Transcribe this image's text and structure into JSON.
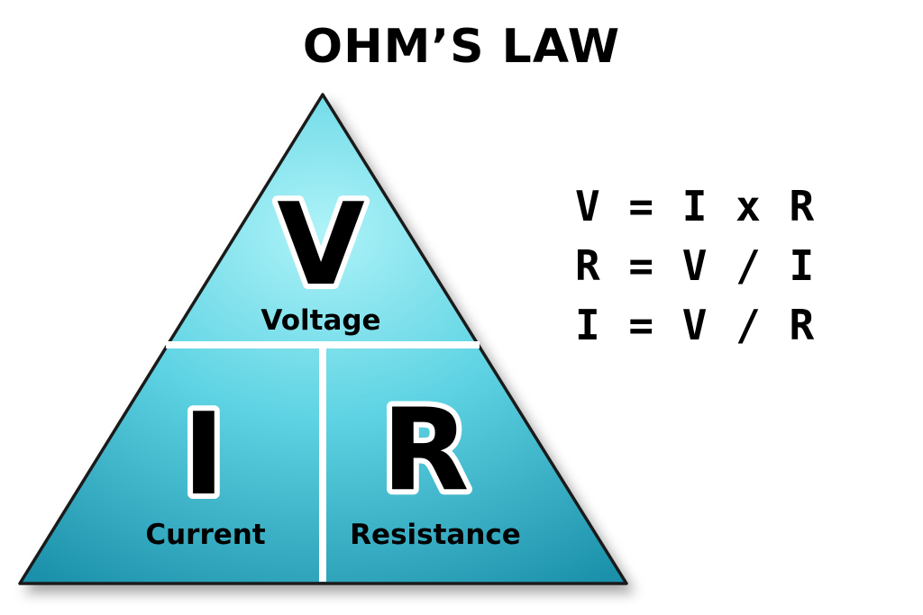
{
  "title": "OHM’S LAW",
  "colors": {
    "triangle_light": "#a9f2f8",
    "triangle_mid": "#55cfe0",
    "triangle_dark": "#1b90aa",
    "outline": "#1a1a1a",
    "divider": "#ffffff",
    "text": "#000000",
    "background": "#ffffff"
  },
  "triangle": {
    "sections": [
      {
        "symbol": "V",
        "label": "Voltage"
      },
      {
        "symbol": "I",
        "label": "Current"
      },
      {
        "symbol": "R",
        "label": "Resistance"
      }
    ]
  },
  "formulas": [
    "V = I x R",
    "R = V / I",
    "I = V / R"
  ]
}
